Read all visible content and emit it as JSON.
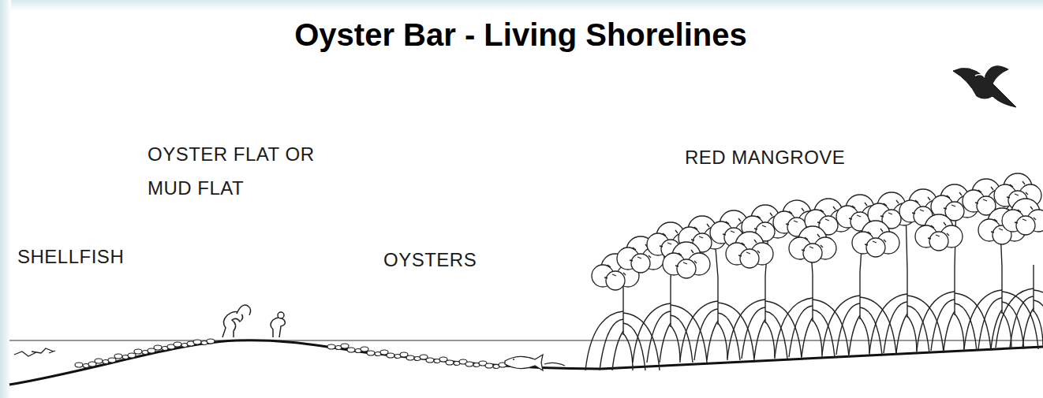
{
  "diagram": {
    "title": "Oyster Bar - Living Shorelines",
    "labels": [
      "OYSTER FLAT OR MUD FLAT",
      "RED MANGROVE",
      "SHELLFISH",
      "OYSTERS"
    ]
  }
}
